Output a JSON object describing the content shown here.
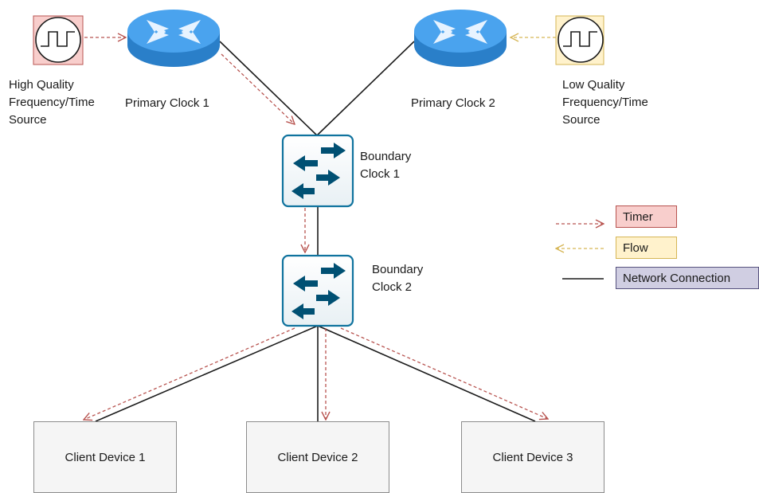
{
  "sources": {
    "high": {
      "lines": [
        "High Quality",
        "Frequency/Time",
        "Source"
      ],
      "fill": "#f8cecc",
      "stroke": "#b85450"
    },
    "low": {
      "lines": [
        "Low Quality",
        "Frequency/Time",
        "Source"
      ],
      "fill": "#fff2cc",
      "stroke": "#d6b656"
    }
  },
  "primary_clocks": [
    {
      "label": "Primary Clock 1",
      "icon": "router-icon"
    },
    {
      "label": "Primary Clock 2",
      "icon": "router-icon"
    }
  ],
  "boundary_clocks": [
    {
      "lines": [
        "Boundary",
        "Clock 1"
      ],
      "icon": "switch-icon"
    },
    {
      "lines": [
        "Boundary",
        "Clock 2"
      ],
      "icon": "switch-icon"
    }
  ],
  "clients": [
    {
      "label": "Client Device 1"
    },
    {
      "label": "Client Device 2"
    },
    {
      "label": "Client Device 3"
    }
  ],
  "legend": [
    {
      "label": "Timer",
      "fill": "#f8cecc",
      "stroke": "#b85450",
      "line": "dashed-arrow-right"
    },
    {
      "label": "Flow",
      "fill": "#fff2cc",
      "stroke": "#d6b656",
      "line": "dashed-arrow-left"
    },
    {
      "label": "Network Connection",
      "fill": "#d0cee2",
      "stroke": "#56517e",
      "line": "solid"
    }
  ],
  "colors": {
    "timer": "#b85450",
    "flow": "#d6b656",
    "network": "#1a1a1a",
    "router": "#3d9be9",
    "switch_border": "#10739e",
    "switch_arrow": "#005073"
  }
}
